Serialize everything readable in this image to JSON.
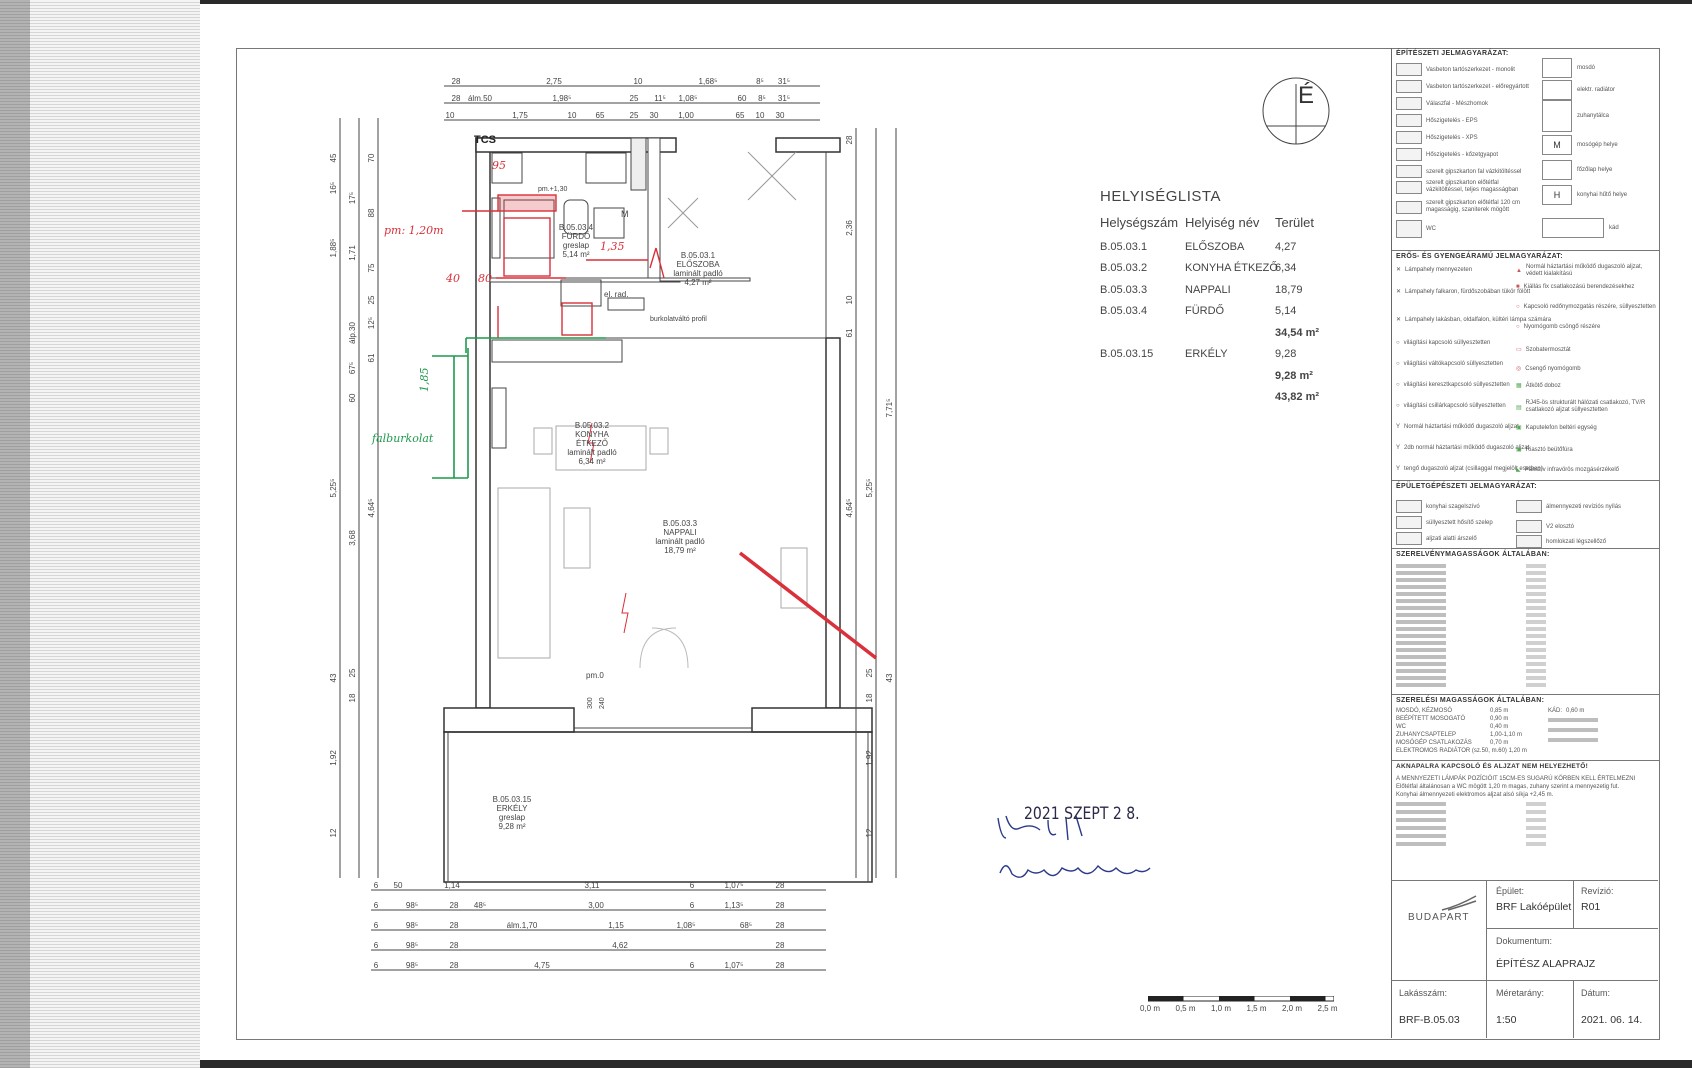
{
  "north_label": "É",
  "room_list": {
    "title": "HELYISÉGLISTA",
    "headers": [
      "Helységszám",
      "Helyiség név",
      "Terület"
    ],
    "rows": [
      {
        "num": "B.05.03.1",
        "name": "ELŐSZOBA",
        "area": "4,27"
      },
      {
        "num": "B.05.03.2",
        "name": "KONYHA ÉTKEZŐ",
        "area": "6,34"
      },
      {
        "num": "B.05.03.3",
        "name": "NAPPALI",
        "area": "18,79"
      },
      {
        "num": "B.05.03.4",
        "name": "FÜRDŐ",
        "area": "5,14"
      }
    ],
    "subtotal1": "34,54 m²",
    "row5": {
      "num": "B.05.03.15",
      "name": "ERKÉLY",
      "area": "9,28"
    },
    "subtotal2": "9,28 m²",
    "total": "43,82 m²"
  },
  "rooms": {
    "furdo": [
      "B.05.03.4",
      "FÜRDŐ",
      "greslap",
      "5,14 m²"
    ],
    "eloszoba": [
      "B.05.03.1",
      "ELŐSZOBA",
      "laminált padló",
      "4,27 m²"
    ],
    "konyha": [
      "B.05.03.2",
      "KONYHA",
      "ÉTKEZŐ",
      "laminált padló",
      "6,34 m²"
    ],
    "nappali": [
      "B.05.03.3",
      "NAPPALI",
      "laminált padló",
      "18,79 m²"
    ],
    "erkely": [
      "B.05.03.15",
      "ERKÉLY",
      "greslap",
      "9,28 m²"
    ]
  },
  "plan_labels": {
    "tcs": "TCS",
    "el_rad": "el. rad.",
    "burkolat": "burkolatváltó profil",
    "pm_plus": "pm.+1,30",
    "pm_zero": "pm.0",
    "hand_pm": "pm: 1,20m",
    "hand_fal": "falburkolat",
    "hand_135": "1,35",
    "hand_185": "1,85",
    "hand_95": "95",
    "hand_80": "80",
    "hand_40": "40",
    "m_label": "M",
    "heights": [
      "300",
      "240"
    ]
  },
  "dims_top": {
    "r1": [
      "28",
      "2,75",
      "10",
      "1,68⁵",
      "8⁵",
      "31⁵"
    ],
    "r2": [
      "28",
      "álm.50",
      "1,98⁵",
      "25",
      "11⁵",
      "1,08⁵",
      "60",
      "8⁵",
      "31⁵"
    ],
    "r3": [
      "10",
      "1,75",
      "10",
      "65",
      "25",
      "30",
      "1,00",
      "65",
      "10",
      "30"
    ]
  },
  "dims_bottom": {
    "r1": [
      "6",
      "50",
      "1,14",
      "3,11",
      "6",
      "1,07⁵",
      "28"
    ],
    "r2": [
      "6",
      "98⁵",
      "28",
      "48⁵",
      "3,00",
      "6",
      "1,13⁵",
      "28"
    ],
    "r3": [
      "6",
      "98⁵",
      "28",
      "álm.1,70",
      "1,15",
      "1,08⁵",
      "68⁵",
      "28"
    ],
    "r4": [
      "6",
      "98⁵",
      "28",
      "4,62",
      "28"
    ],
    "r5": [
      "6",
      "98⁵",
      "28",
      "4,75",
      "6",
      "1,07⁵",
      "28"
    ]
  },
  "dims_left": [
    "1,88⁵",
    "1,71",
    "75",
    "88",
    "17⁵",
    "16⁵",
    "45",
    "70",
    "álp.30",
    "12⁵",
    "25",
    "61",
    "67⁵",
    "60",
    "4,64⁵",
    "3,68",
    "5,25⁵",
    "43",
    "25",
    "18",
    "1,92",
    "12"
  ],
  "dims_right": [
    "28",
    "2,36",
    "10",
    "61",
    "7,71⁵",
    "4,64⁵",
    "5,25⁵",
    "43",
    "25",
    "18",
    "1,92",
    "12"
  ],
  "legend": {
    "arch_title": "ÉPÍTÉSZETI JELMAGYARÁZAT:",
    "arch_left": [
      "Vasbeton tartószerkezet - monolit",
      "Vasbeton tartószerkezet - előregyártott",
      "Válaszfal - Mészhomok",
      "Hőszigetelés - EPS",
      "Hőszigetelés - XPS",
      "Hőszigetelés - kőzetgyapot",
      "szerelt gipszkarton fal vázkitöltéssel",
      "szerelt gipszkarton előtétfal vázkitöltéssel, teljes magasságban",
      "szerelt gipszkarton előtétfal 120 cm magasságig, szaniterek mögött",
      "WC"
    ],
    "arch_right": [
      "mosdó",
      "elektr. radiátor",
      "zuhanytálca",
      "mosógép helye",
      "főzőlap helye",
      "konyhai hűtő helye",
      "kád"
    ],
    "arch_right_syms": [
      "M",
      "H"
    ],
    "elec_title": "ERŐS- ÉS GYENGEÁRAMÚ JELMAGYARÁZAT:",
    "elec_left": [
      "Lámpahely mennyezeten",
      "Lámpahely falkaron, fürdőszobában tükör fölött",
      "Lámpahely lakásban, oldalfalon, kültéri lámpa számára",
      "világítási kapcsoló süllyesztetten",
      "világítási váltókapcsoló süllyesztetten",
      "világítási keresztkapcsoló süllyesztetten",
      "világítási csillárkapcsoló süllyesztetten",
      "Normál háztartási működő dugaszoló aljzat",
      "2db normál háztartási működő dugaszoló aljzat",
      "tengő dugaszoló aljzat (csillaggal megjelölt esetben)"
    ],
    "elec_right": [
      "Normál háztartási működő dugaszoló aljzat, védett kialakítású",
      "Kiállás fix csatlakozású berendezésekhez",
      "Kapcsoló redőnymozgatás részére, süllyesztetten",
      "Nyomógomb csöngő részére",
      "Szobatermosztát",
      "Csengő nyomógomb",
      "Átkötő doboz",
      "RJ45-ös strukturált hálózati csatlakozó, TV/R csatlakozó aljzat süllyesztetten",
      "Kaputelefon beltéri egység",
      "Riasztó beütőfúra",
      "Passzív infravörös mozgásérzékelő"
    ],
    "mech_title": "ÉPÜLETGÉPÉSZETI JELMAGYARÁZAT:",
    "mech_items": [
      "konyhai szagelszívó",
      "süllyesztett hősítő szelep",
      "aljzati alatti árszelő",
      "álmennyezeti revíziós nyílás",
      "V2 elosztó",
      "homlokzati légszellőző"
    ],
    "sz1_title": "SZERELVÉNYMAGASSÁGOK ÁLTALÁBAN:",
    "sz2_title": "SZERELÉSI MAGASSÁGOK ÁLTALÁBAN:",
    "sz2_items": [
      "MOSDÓ, KÉZMOSÓ",
      "BEÉPÍTETT MOSOGATÓ",
      "WC",
      "ZUHANYCSAPTELEP",
      "MOSÓGÉP CSATLAKOZÁS",
      "ELEKTROMOS RADIÁTOR (sz.50, m.60) 1,20 m"
    ],
    "sz2_vals": [
      "0,85 m",
      "0,90 m",
      "0,40 m",
      "1,00-1,10 m",
      "0,70 m"
    ],
    "kad_vals": [
      "KÁD:",
      "0,60 m"
    ],
    "notes_title": "AKNAPALRA KAPCSOLÓ ÉS ALJZAT NEM HELYEZHETŐ!",
    "notes": [
      "A MENNYEZETI LÁMPÁK POZÍCIÓIT 15CM-ES SUGARÚ KÖRBEN KELL ÉRTELMEZNI",
      "Előtétfal általánosan a WC mögött 1,20 m magas, zuhany szerint a mennyezetig fut.",
      "Konyhai álmennyezeti elektromos aljzat alsó síkja +2,45 m."
    ]
  },
  "title_block": {
    "brand": "BUDAPART",
    "epulet_label": "Épület:",
    "epulet_val": "BRF Lakóépület",
    "revizio_label": "Revízió:",
    "revizio_val": "R01",
    "dokumentum_label": "Dokumentum:",
    "dokumentum_val": "ÉPÍTÉSZ ALAPRAJZ",
    "lakasszam_label": "Lakásszám:",
    "lakasszam_val": "BRF-B.05.03",
    "meretarany_label": "Méretarány:",
    "meretarany_val": "1:50",
    "datum_label": "Dátum:",
    "datum_val": "2021. 06. 14."
  },
  "scale_labels": [
    "0,0 m",
    "0,5 m",
    "1,0 m",
    "1,5 m",
    "2,0 m",
    "2,5 m"
  ],
  "stamp_date": "2021 SZEPT 2 8.",
  "colors": {
    "red_markup": "#d9303a",
    "green_markup": "#1f9a4c",
    "ink_blue": "#2c3a8a",
    "line": "#444444"
  }
}
